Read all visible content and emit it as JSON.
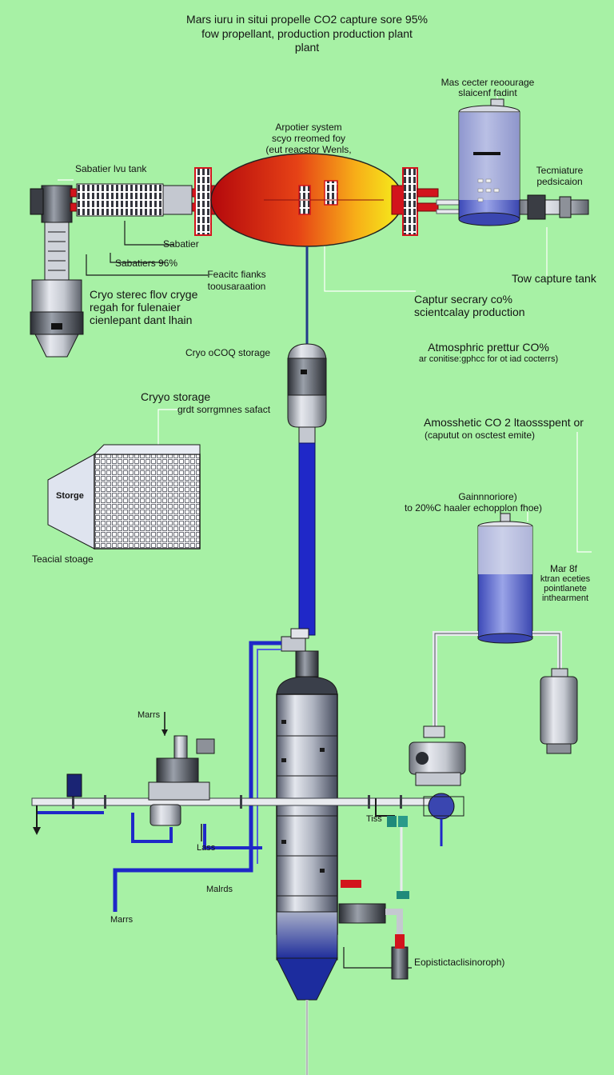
{
  "title": {
    "line1": "Mars iuru in situi propelle CO2 capture sore 95%",
    "line2": "fow propellant, production production plant",
    "line3": "plant"
  },
  "labels": {
    "mars_vector_1": "Mas cecter reoourage",
    "mars_vector_2": "slaicenf fadint",
    "arpotier_1": "Arpotier system",
    "arpotier_2": "scyo rreomed foy",
    "arpotier_3": "(eut reacstor Wenls,",
    "sabatier_tank": "Sabatier lvu tank",
    "techniature_1": "Tecmiature",
    "techniature_2": "pedsicaion",
    "sabatier": "Sabatier",
    "sabatiers_pct": "Sabatiers 96%",
    "reactic_flanks_1": "Feacitc fianks",
    "reactic_flanks_2": "toousaraation",
    "tow_capture": "Tow capture tank",
    "cryo_flow_1": "Cryo sterec flov cryge",
    "cryo_flow_2": "regah for fulenaier",
    "cryo_flow_3": "cienlepant dant lhain",
    "capture_1": "Captur secrary co%",
    "capture_2": "scientcalay production",
    "cryo_co2": "Cryo oCOQ storage",
    "atmos_1a": "Atmosphric prettur CO%",
    "atmos_1b": "ar conitise:gphcc for ot iad cocterrs)",
    "cryo_storage_1": "Cryyo storage",
    "cryo_storage_2": "grdt sorrgmnes safact",
    "atmos_2a": "Amosshetic CO 2 ltaossspent or",
    "atmos_2b": "(caputut  on osctest  emite)",
    "storage_box": "Storge",
    "gain_1": "Gainnnoriore)",
    "gain_2": "to 20%C haaler echopplon fhoe)",
    "teacial_storage": "Teacial stoage",
    "mar_1": "Mar 8f",
    "mar_2": "ktran eceties",
    "mar_3": "pointlanete",
    "mar_4": "inthearment",
    "marrs_1": "Marrs",
    "lass": "Lass",
    "tiss": "Tiss",
    "malrds": "Malrds",
    "mars_2": "Marrs",
    "electro": "Eopistictaclisinoroph)"
  },
  "colors": {
    "background": "#a7f1a5",
    "pipe_red": "#d2141c",
    "pipe_blue": "#1f28c8",
    "steel": "#b8bcc4",
    "tank_blue": "#4a57c8",
    "reactor_hot": "#c40c0c",
    "reactor_warm": "#f7b21a",
    "reactor_cool": "#f6ef1e"
  }
}
